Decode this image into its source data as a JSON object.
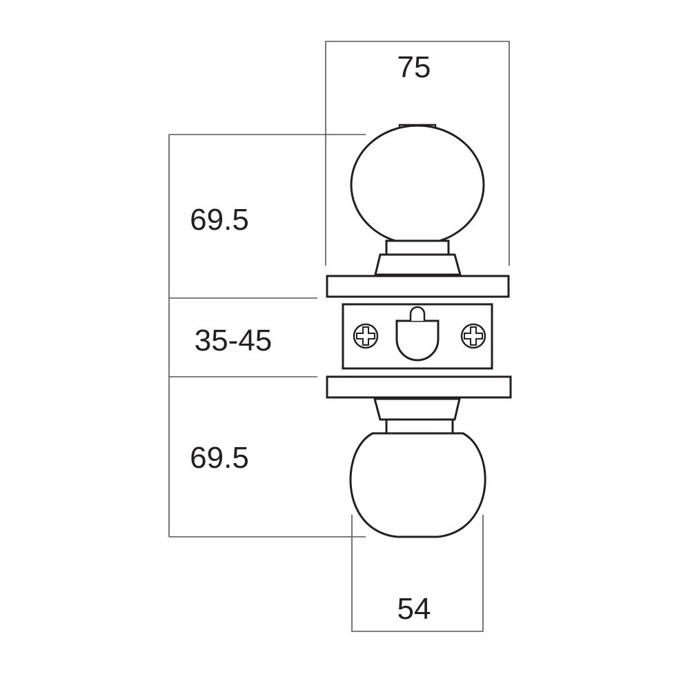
{
  "dimensions": {
    "overall_width": "75",
    "knob_diameter": "54",
    "outer_knob_length": "69.5",
    "door_thickness": "35-45",
    "inner_knob_length": "69.5"
  }
}
